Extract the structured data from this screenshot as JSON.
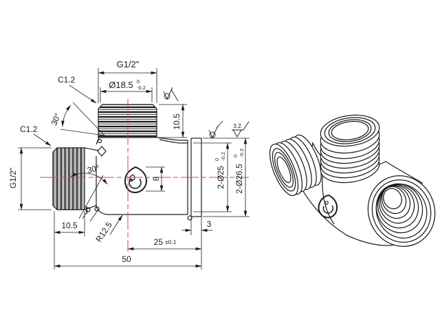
{
  "drawing": {
    "type": "engineering-drawing",
    "subject": "tee-pipe-fitting",
    "colors": {
      "line": "#1c1c1c",
      "centerline": "#d64545",
      "background": "#ffffff"
    },
    "dimensions": {
      "top_port": {
        "thread": "G1/2\"",
        "diameter": "Ø18.5",
        "dia_tol_upper": "0",
        "dia_tol_lower": "-0.2",
        "length": "10.5",
        "chamfer": "C1.2",
        "chamfer_angle": "30°"
      },
      "left_port": {
        "thread": "G1/2\"",
        "length": "10.5",
        "chamfer": "C1.2",
        "chamfer_angle": "30°"
      },
      "body": {
        "logo_height": "8",
        "corner_radius": "R12.5",
        "bore_diameter": "2-Ø25",
        "bore_tol_upper": "0",
        "bore_tol_lower": "-0.2",
        "outer_diameter": "2-Ø26.5",
        "outer_tol_upper": "0",
        "outer_tol_lower": "-0.2",
        "flange_width": "3",
        "port_center_distance": "25",
        "port_center_tolerance": "±0.1",
        "overall_length": "50"
      },
      "surface_finish": {
        "roughness": "3.2"
      }
    }
  }
}
